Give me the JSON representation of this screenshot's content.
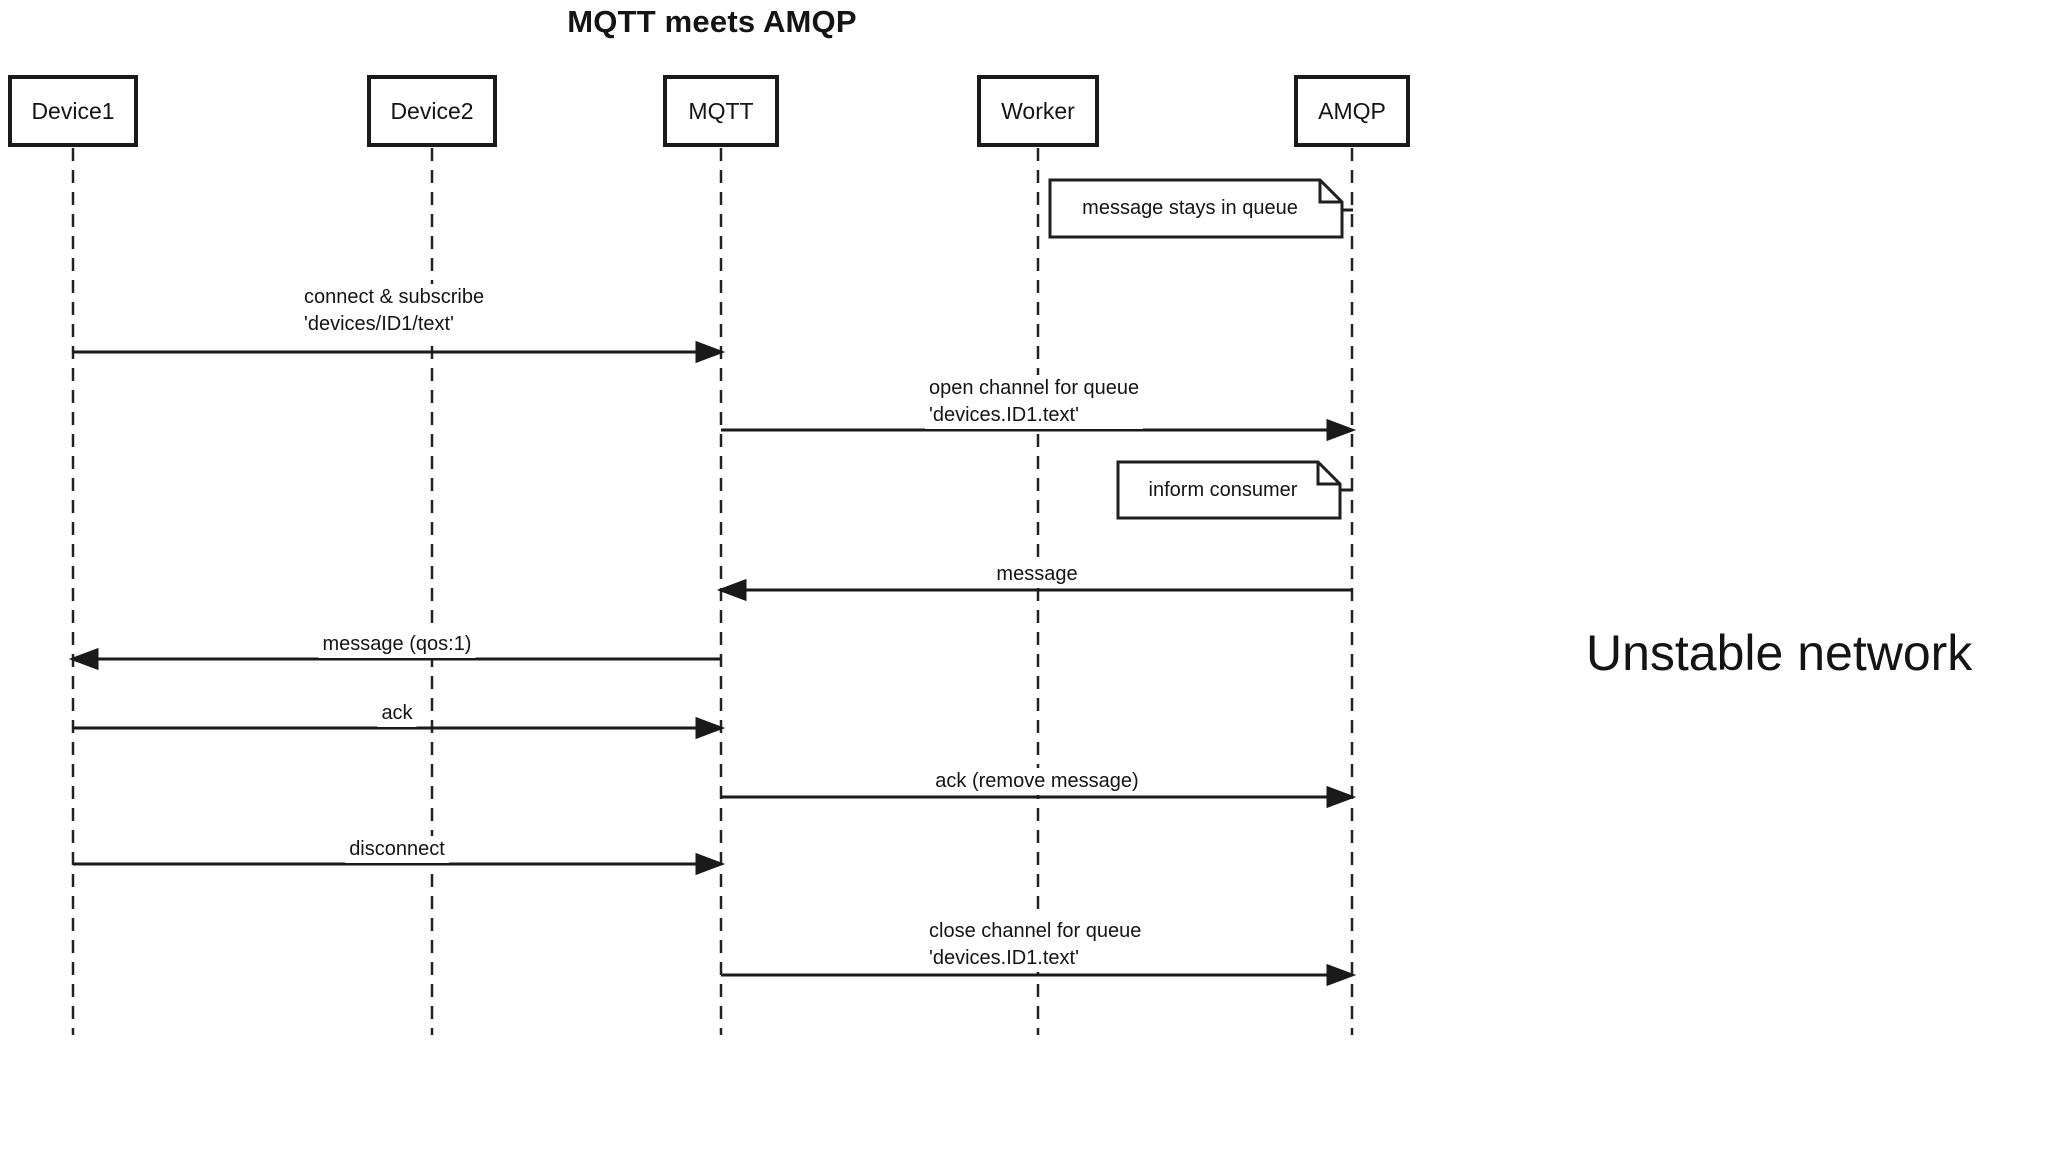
{
  "title": "MQTT meets AMQP",
  "annotation": "Unstable network",
  "colors": {
    "ink": "#1a1a1a",
    "background": "#ffffff"
  },
  "actors": [
    {
      "id": "device1",
      "label": "Device1"
    },
    {
      "id": "device2",
      "label": "Device2"
    },
    {
      "id": "mqtt",
      "label": "MQTT"
    },
    {
      "id": "worker",
      "label": "Worker"
    },
    {
      "id": "amqp",
      "label": "AMQP"
    }
  ],
  "notes": [
    {
      "text": "message stays in queue",
      "attached_to": "AMQP"
    },
    {
      "text": "inform consumer",
      "attached_to": "AMQP"
    }
  ],
  "messages": [
    {
      "from": "Device1",
      "to": "MQTT",
      "line1": "connect & subscribe",
      "line2": "'devices/ID1/text'"
    },
    {
      "from": "MQTT",
      "to": "AMQP",
      "line1": "open channel for queue",
      "line2": "'devices.ID1.text'"
    },
    {
      "from": "AMQP",
      "to": "MQTT",
      "line1": "message"
    },
    {
      "from": "MQTT",
      "to": "Device1",
      "line1": "message (qos:1)"
    },
    {
      "from": "Device1",
      "to": "MQTT",
      "line1": "ack"
    },
    {
      "from": "MQTT",
      "to": "AMQP",
      "line1": "ack (remove message)"
    },
    {
      "from": "Device1",
      "to": "MQTT",
      "line1": "disconnect"
    },
    {
      "from": "MQTT",
      "to": "AMQP",
      "line1": "close channel for queue",
      "line2": "'devices.ID1.text'"
    }
  ]
}
